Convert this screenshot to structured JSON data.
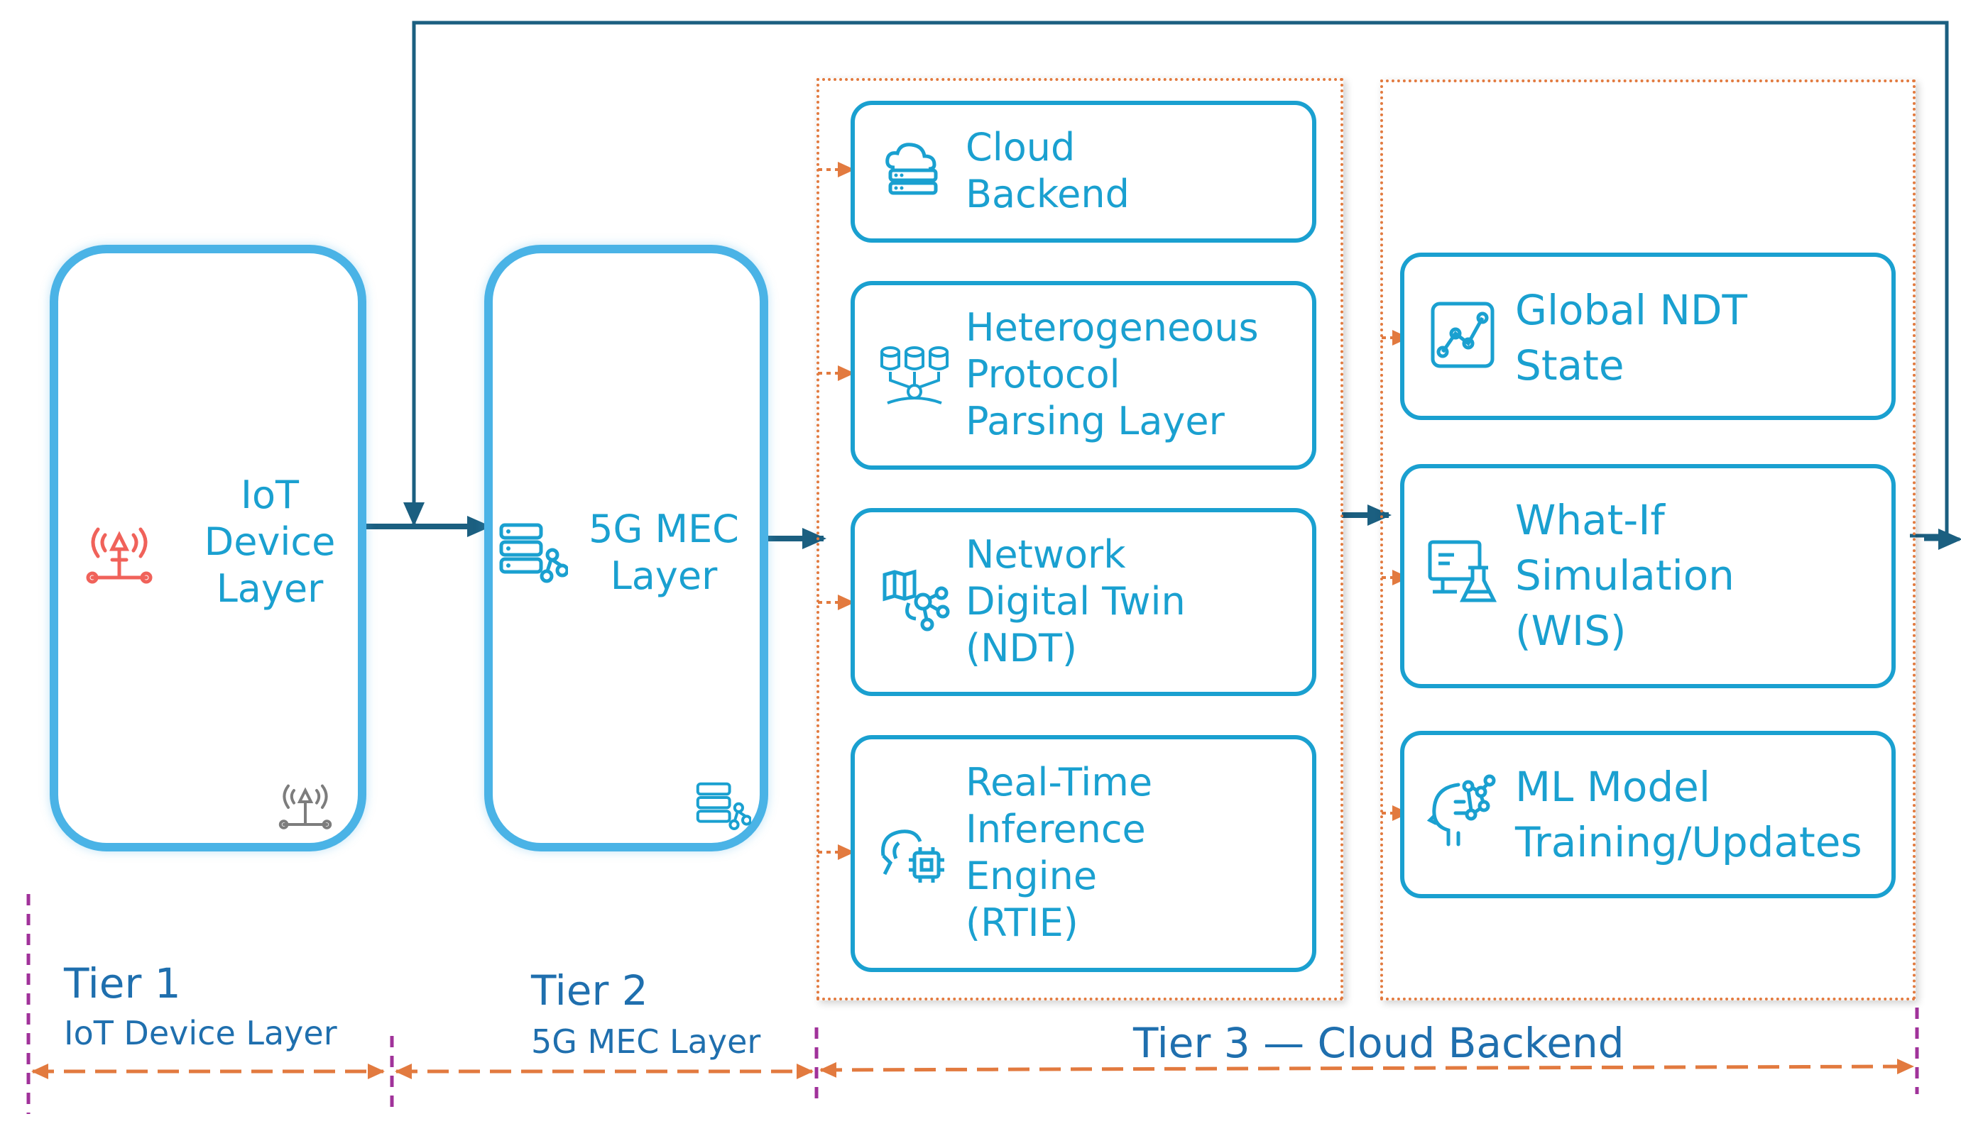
{
  "tier1": {
    "node_title": "IoT\nDevice\nLayer",
    "label_tier": "Tier 1",
    "label_sub": "IoT Device Layer",
    "icon": "radio-tower-icon"
  },
  "tier2": {
    "node_title": "5G MEC\nLayer",
    "label_tier": "Tier 2",
    "label_sub": "5G MEC Layer",
    "icon": "server-network-icon"
  },
  "tier3": {
    "label": "Tier 3 — Cloud Backend",
    "column1": [
      {
        "title": "Cloud\nBackend",
        "icon": "cloud-server-icon"
      },
      {
        "title": "Heterogeneous\nProtocol\nParsing Layer",
        "icon": "database-parser-icon"
      },
      {
        "title": "Network\nDigital Twin\n(NDT)",
        "icon": "digital-twin-icon"
      },
      {
        "title": "Real-Time\nInference\nEngine\n(RTIE)",
        "icon": "inference-chip-icon"
      }
    ],
    "column2": [
      {
        "title": "Global NDT\nState",
        "icon": "graph-state-icon"
      },
      {
        "title": "What-If\nSimulation\n(WIS)",
        "icon": "simulation-flask-icon"
      },
      {
        "title": "ML Model\nTraining/Updates",
        "icon": "ml-head-icon"
      }
    ]
  },
  "colors": {
    "node_border": "#4ab3e6",
    "box_border": "#1aa0d0",
    "text_blue": "#1aa0d0",
    "label_blue": "#1f6fae",
    "arrow_dark": "#1b5f80",
    "orange": "#e27a3f",
    "purple": "#a0329a",
    "red_icon": "#f0625a"
  }
}
